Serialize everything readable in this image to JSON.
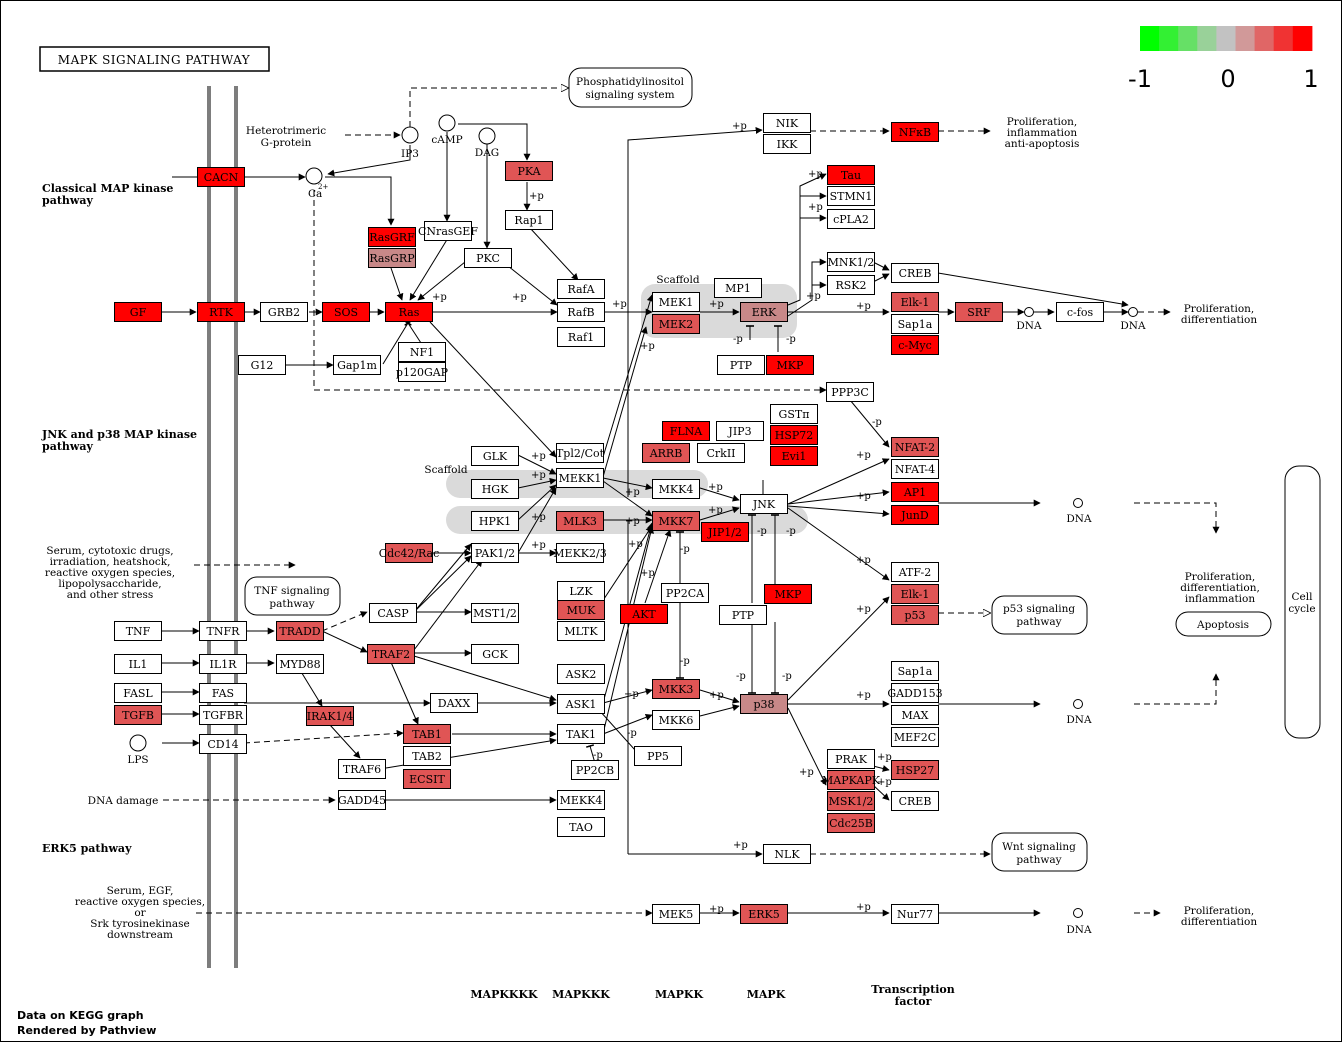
{
  "title": "MAPK SIGNALING PATHWAY",
  "legend": {
    "colors": [
      "#00ff00",
      "#33f033",
      "#66e066",
      "#99d199",
      "#c2c2c2",
      "#d19999",
      "#e06666",
      "#f03333",
      "#ff0000"
    ],
    "labels": [
      "-1",
      "0",
      "1"
    ]
  },
  "colors": {
    "c0": "#ffffff",
    "c1": "#ff0000",
    "c2": "#e05555",
    "c3": "#c88888",
    "c4": "#f02020"
  },
  "pathway_labels": {
    "classical": [
      "Classical MAP kinase",
      "pathway"
    ],
    "jnk": [
      "JNK and p38 MAP kinase",
      "pathway"
    ],
    "erk5": "ERK5 pathway"
  },
  "stimuli": {
    "hetero": [
      "Heterotrimeric",
      "G-protein"
    ],
    "stress": [
      "Serum, cytotoxic drugs,",
      "irradiation, heatshock,",
      "reactive oxygen species,",
      "lipopolysaccharide,",
      "and other stress"
    ],
    "dna_damage": "DNA damage",
    "serum_egf": [
      "Serum, EGF,",
      "reactive oxygen species,",
      "or",
      "Srk tyrosinekinase",
      "downstream"
    ]
  },
  "small_labels": {
    "ip3": "IP3",
    "camp": "cAMP",
    "dag": "DAG",
    "ca": "Ca",
    "ca_sup": "2+",
    "lps": "LPS",
    "dna": "DNA",
    "scaffold": "Scaffold",
    "p": "+p",
    "mp": "-p"
  },
  "outcomes": {
    "prolif_inflam": [
      "Proliferation,",
      "inflammation",
      "anti-apoptosis"
    ],
    "prolif_diff": [
      "Proliferation,",
      "differentiation"
    ],
    "prolif_diff_inflam": [
      "Proliferation,",
      "differentiation,",
      "inflammation"
    ],
    "apoptosis": "Apoptosis",
    "cell_cycle": [
      "Cell",
      "cycle"
    ]
  },
  "links": {
    "pi_signaling": [
      "Phosphatidylinositol",
      "signaling system"
    ],
    "tnf_signaling": [
      "TNF signaling",
      "pathway"
    ],
    "p53_signaling": [
      "p53 signaling",
      "pathway"
    ],
    "wnt_signaling": [
      "Wnt signaling",
      "pathway"
    ]
  },
  "columns": [
    "MAPKKKK",
    "MAPKKK",
    "MAPKK",
    "MAPK"
  ],
  "column_tf": [
    "Transcription",
    "factor"
  ],
  "footer": [
    "Data on KEGG graph",
    "Rendered by Pathview"
  ],
  "nodes": [
    {
      "t": "CACN",
      "c": "c1"
    },
    {
      "t": "GF",
      "c": "c1"
    },
    {
      "t": "RTK",
      "c": "c1"
    },
    {
      "t": "GRB2",
      "c": "c0"
    },
    {
      "t": "SOS",
      "c": "c1"
    },
    {
      "t": "Ras",
      "c": "c1"
    },
    {
      "t": "RasGRF",
      "c": "c1"
    },
    {
      "t": "RasGRP",
      "c": "c3"
    },
    {
      "t": "CNrasGEF",
      "c": "c0"
    },
    {
      "t": "PKA",
      "c": "c2"
    },
    {
      "t": "Rap1",
      "c": "c0"
    },
    {
      "t": "PKC",
      "c": "c0"
    },
    {
      "t": "RafA",
      "c": "c0"
    },
    {
      "t": "RafB",
      "c": "c0"
    },
    {
      "t": "Raf1",
      "c": "c0"
    },
    {
      "t": "NF1",
      "c": "c0"
    },
    {
      "t": "p120GAP",
      "c": "c0"
    },
    {
      "t": "G12",
      "c": "c0"
    },
    {
      "t": "Gap1m",
      "c": "c0"
    },
    {
      "t": "MEK1",
      "c": "c0"
    },
    {
      "t": "MEK2",
      "c": "c2"
    },
    {
      "t": "MP1",
      "c": "c0"
    },
    {
      "t": "ERK",
      "c": "c3"
    },
    {
      "t": "PTP",
      "c": "c0"
    },
    {
      "t": "MKP",
      "c": "c1"
    },
    {
      "t": "NIK",
      "c": "c0"
    },
    {
      "t": "IKK",
      "c": "c0"
    },
    {
      "t": "NFκB",
      "c": "c1"
    },
    {
      "t": "Tau",
      "c": "c1"
    },
    {
      "t": "STMN1",
      "c": "c0"
    },
    {
      "t": "cPLA2",
      "c": "c0"
    },
    {
      "t": "MNK1/2",
      "c": "c0"
    },
    {
      "t": "RSK2",
      "c": "c0"
    },
    {
      "t": "CREB",
      "c": "c0"
    },
    {
      "t": "Elk-1",
      "c": "c2"
    },
    {
      "t": "Sap1a",
      "c": "c0"
    },
    {
      "t": "c-Myc",
      "c": "c1"
    },
    {
      "t": "SRF",
      "c": "c2"
    },
    {
      "t": "c-fos",
      "c": "c0"
    },
    {
      "t": "PPP3C",
      "c": "c0"
    },
    {
      "t": "GSTπ",
      "c": "c0"
    },
    {
      "t": "FLNA",
      "c": "c1"
    },
    {
      "t": "JIP3",
      "c": "c0"
    },
    {
      "t": "HSP72",
      "c": "c1"
    },
    {
      "t": "ARRB",
      "c": "c2"
    },
    {
      "t": "CrkII",
      "c": "c0"
    },
    {
      "t": "Evi1",
      "c": "c1"
    },
    {
      "t": "GLK",
      "c": "c0"
    },
    {
      "t": "Tpl2/Cot",
      "c": "c0"
    },
    {
      "t": "HGK",
      "c": "c0"
    },
    {
      "t": "MEKK1",
      "c": "c0"
    },
    {
      "t": "MKK4",
      "c": "c0"
    },
    {
      "t": "JNK",
      "c": "c0"
    },
    {
      "t": "HPK1",
      "c": "c0"
    },
    {
      "t": "MLK3",
      "c": "c2"
    },
    {
      "t": "MKK7",
      "c": "c2"
    },
    {
      "t": "JIP1/2",
      "c": "c1"
    },
    {
      "t": "NFAT-2",
      "c": "c2"
    },
    {
      "t": "NFAT-4",
      "c": "c0"
    },
    {
      "t": "AP1",
      "c": "c1"
    },
    {
      "t": "JunD",
      "c": "c1"
    },
    {
      "t": "Cdc42/Rac",
      "c": "c2"
    },
    {
      "t": "PAK1/2",
      "c": "c0"
    },
    {
      "t": "MEKK2/3",
      "c": "c0"
    },
    {
      "t": "CASP",
      "c": "c0"
    },
    {
      "t": "MST1/2",
      "c": "c0"
    },
    {
      "t": "LZK",
      "c": "c0"
    },
    {
      "t": "MUK",
      "c": "c2"
    },
    {
      "t": "MLTK",
      "c": "c0"
    },
    {
      "t": "AKT",
      "c": "c1"
    },
    {
      "t": "PP2CA",
      "c": "c0"
    },
    {
      "t": "MKP",
      "c": "c1"
    },
    {
      "t": "PTP",
      "c": "c0"
    },
    {
      "t": "ATF-2",
      "c": "c0"
    },
    {
      "t": "Elk-1",
      "c": "c2"
    },
    {
      "t": "p53",
      "c": "c2"
    },
    {
      "t": "TNF",
      "c": "c0"
    },
    {
      "t": "TNFR",
      "c": "c0"
    },
    {
      "t": "TRADD",
      "c": "c2"
    },
    {
      "t": "IL1",
      "c": "c0"
    },
    {
      "t": "IL1R",
      "c": "c0"
    },
    {
      "t": "MYD88",
      "c": "c0"
    },
    {
      "t": "TRAF2",
      "c": "c2"
    },
    {
      "t": "GCK",
      "c": "c0"
    },
    {
      "t": "FASL",
      "c": "c0"
    },
    {
      "t": "FAS",
      "c": "c0"
    },
    {
      "t": "DAXX",
      "c": "c0"
    },
    {
      "t": "ASK2",
      "c": "c0"
    },
    {
      "t": "ASK1",
      "c": "c0"
    },
    {
      "t": "MKK3",
      "c": "c2"
    },
    {
      "t": "MKK6",
      "c": "c0"
    },
    {
      "t": "p38",
      "c": "c3"
    },
    {
      "t": "Sap1a",
      "c": "c0"
    },
    {
      "t": "GADD153",
      "c": "c0"
    },
    {
      "t": "MAX",
      "c": "c0"
    },
    {
      "t": "MEF2C",
      "c": "c0"
    },
    {
      "t": "TGFB",
      "c": "c2"
    },
    {
      "t": "TGFBR",
      "c": "c0"
    },
    {
      "t": "IRAK1/4",
      "c": "c2"
    },
    {
      "t": "TAB1",
      "c": "c2"
    },
    {
      "t": "TAK1",
      "c": "c0"
    },
    {
      "t": "CD14",
      "c": "c0"
    },
    {
      "t": "TAB2",
      "c": "c0"
    },
    {
      "t": "PP5",
      "c": "c0"
    },
    {
      "t": "TRAF6",
      "c": "c0"
    },
    {
      "t": "ECSIT",
      "c": "c2"
    },
    {
      "t": "PP2CB",
      "c": "c0"
    },
    {
      "t": "PRAK",
      "c": "c0"
    },
    {
      "t": "HSP27",
      "c": "c2"
    },
    {
      "t": "MAPKAPK",
      "c": "c2"
    },
    {
      "t": "MSK1/2",
      "c": "c2"
    },
    {
      "t": "CREB",
      "c": "c0"
    },
    {
      "t": "Cdc25B",
      "c": "c2"
    },
    {
      "t": "GADD45",
      "c": "c0"
    },
    {
      "t": "MEKK4",
      "c": "c0"
    },
    {
      "t": "TAO",
      "c": "c0"
    },
    {
      "t": "NLK",
      "c": "c0"
    },
    {
      "t": "MEK5",
      "c": "c0"
    },
    {
      "t": "ERK5",
      "c": "c2"
    },
    {
      "t": "Nur77",
      "c": "c0"
    }
  ]
}
